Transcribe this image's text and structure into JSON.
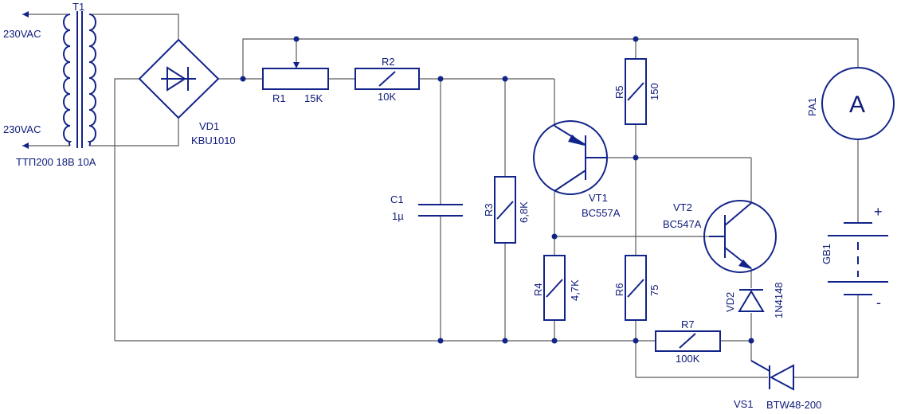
{
  "transformer": {
    "ref": "T1",
    "primary_top": "230VAC",
    "primary_bottom": "230VAC",
    "spec": "ТТП200 18В 10А"
  },
  "bridge": {
    "ref": "VD1",
    "part": "KBU1010"
  },
  "r1": {
    "ref": "R1",
    "value": "15K"
  },
  "r2": {
    "ref": "R2",
    "value": "10K"
  },
  "c1": {
    "ref": "C1",
    "value": "1µ"
  },
  "r3": {
    "ref": "R3",
    "value": "6,8K"
  },
  "vt1": {
    "ref": "VT1",
    "part": "BC557A"
  },
  "r5": {
    "ref": "R5",
    "value": "150"
  },
  "vt2": {
    "ref": "VT2",
    "part": "BC547A"
  },
  "r4": {
    "ref": "R4",
    "value": "4,7K"
  },
  "r6": {
    "ref": "R6",
    "value": "75"
  },
  "vd2": {
    "ref": "VD2",
    "part": "1N4148"
  },
  "r7": {
    "ref": "R7",
    "value": "100K"
  },
  "vs1": {
    "ref": "VS1",
    "part": "BTW48-200"
  },
  "pa1": {
    "ref": "PA1",
    "symbol": "A"
  },
  "gb1": {
    "ref": "GB1",
    "plus": "+",
    "minus": "-"
  },
  "colors": {
    "wire": "#5a5a5a",
    "component": "#12248a",
    "text": "#0d1a7a"
  }
}
